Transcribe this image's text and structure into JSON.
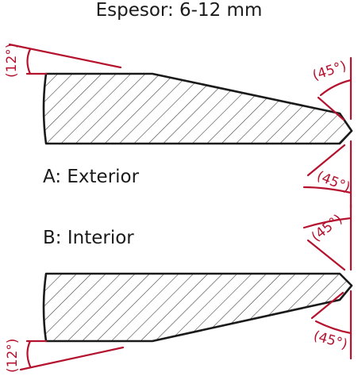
{
  "title": "Espesor: 6-12 mm",
  "labels": {
    "a": "A: Exterior",
    "b": "B: Interior"
  },
  "angles": {
    "top_left": "(12°)",
    "top_right_upper": "(45°)",
    "top_right_lower": "(45°)",
    "bottom_right_upper": "(45°)",
    "bottom_right_lower": "(45°)",
    "bottom_left": "(12°)"
  },
  "colors": {
    "annotation": "#b5122e",
    "outline": "#1a1a1a",
    "hatch": "#333333",
    "background": "#ffffff"
  }
}
